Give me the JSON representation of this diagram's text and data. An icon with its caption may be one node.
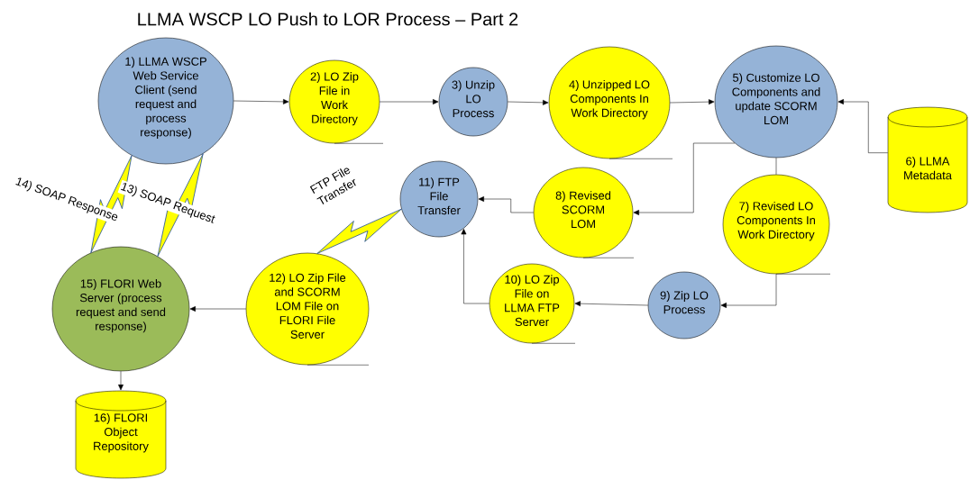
{
  "diagram": {
    "title": "LLMA WSCP LO Push to LOR Process – Part 2",
    "nodes": [
      {
        "text": [
          "1) LLMA WSCP Web Service Client (send request and process response)"
        ]
      },
      {
        "text": [
          "2) LO Zip File in Work Directory"
        ]
      },
      {
        "text": [
          "3) Unzip LO Process"
        ]
      },
      {
        "text": [
          "4) Unzipped LO Components In Work Directory"
        ]
      },
      {
        "text": [
          "5) Customize LO Components and update SCORM LOM"
        ]
      },
      {
        "text": [
          "6) LLMA Metadata"
        ]
      },
      {
        "text": [
          "7) Revised LO Components In Work Directory"
        ]
      },
      {
        "text": [
          "8) Revised SCORM LOM"
        ]
      },
      {
        "text": [
          "9) Zip LO Process"
        ]
      },
      {
        "text": [
          "10) LO Zip File on LLMA FTP Server"
        ]
      },
      {
        "text": [
          "11) FTP File Transfer"
        ]
      },
      {
        "text": [
          "12) LO Zip File and SCORM LOM File on FLORI File Server"
        ]
      },
      {
        "text": [
          "15) FLORI Web Server (process request and send response)"
        ]
      },
      {
        "text": [
          "16) FLORI Object Repository"
        ]
      }
    ],
    "edges": [
      {
        "from": 0,
        "to": 1,
        "arrow": "to"
      },
      {
        "from": 1,
        "to": 2,
        "arrow": "to"
      },
      {
        "from": 2,
        "to": 3,
        "arrow": "to"
      },
      {
        "from": 3,
        "to": 4,
        "arrow": "to"
      },
      {
        "from": 5,
        "to": 4,
        "arrow": "to"
      },
      {
        "from": 4,
        "to": 6,
        "arrow": "none"
      },
      {
        "from": 4,
        "to": 7,
        "arrow": "to"
      },
      {
        "from": 6,
        "to": 8,
        "arrow": "to"
      },
      {
        "from": 8,
        "to": 9,
        "arrow": "to"
      },
      {
        "from": 9,
        "to": 10,
        "arrow": "to"
      },
      {
        "from": 7,
        "to": 10,
        "arrow": "to"
      },
      {
        "from": 10,
        "to": 11,
        "arrow": "none",
        "label": "FTP File Transfer"
      },
      {
        "from": 11,
        "to": 12,
        "arrow": "to"
      },
      {
        "from": 0,
        "to": 12,
        "arrow": "none",
        "label": "14) SOAP Response"
      },
      {
        "from": 0,
        "to": 12,
        "arrow": "none",
        "label": "13) SOAP Request"
      },
      {
        "from": 12,
        "to": 13,
        "arrow": "to"
      }
    ]
  }
}
